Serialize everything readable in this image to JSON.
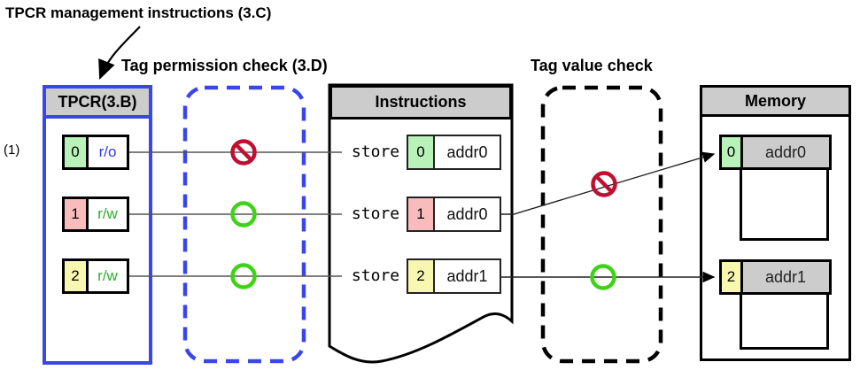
{
  "diagram": {
    "annotation": "TPCR management instructions (3.C)",
    "permission_check_label": "Tag permission check (3.D)",
    "value_check_label": "Tag value check",
    "row_marker": "(1)"
  },
  "tpcr": {
    "title": "TPCR(3.B)",
    "entries": [
      {
        "tag": "0",
        "permission": "r/o",
        "tag_color": "#b9f2b9",
        "perm_text_color": "#2e3cf2"
      },
      {
        "tag": "1",
        "permission": "r/w",
        "tag_color": "#f9bcbc",
        "perm_text_color": "#2fae2f"
      },
      {
        "tag": "2",
        "permission": "r/w",
        "tag_color": "#f7f7b0",
        "perm_text_color": "#2fae2f"
      }
    ]
  },
  "instructions": {
    "title": "Instructions",
    "rows": [
      {
        "opcode": "store",
        "tag": "0",
        "operand": "addr0",
        "tag_color": "#b9f2b9"
      },
      {
        "opcode": "store",
        "tag": "1",
        "operand": "addr0",
        "tag_color": "#f9bcbc"
      },
      {
        "opcode": "store",
        "tag": "2",
        "operand": "addr1",
        "tag_color": "#f7f7b0"
      }
    ]
  },
  "memory": {
    "title": "Memory",
    "blocks": [
      {
        "tag": "0",
        "label": "addr0",
        "tag_color": "#b9f2b9"
      },
      {
        "tag": "2",
        "label": "addr1",
        "tag_color": "#f7f7b0"
      }
    ]
  },
  "checks": {
    "permission_results": [
      "deny",
      "allow",
      "allow"
    ],
    "value_results": [
      "deny",
      "allow"
    ]
  },
  "colors": {
    "deny": "#c00f31",
    "allow": "#3fd317",
    "tpcr_border": "#3b46e9",
    "header_fill": "#cccccc"
  }
}
